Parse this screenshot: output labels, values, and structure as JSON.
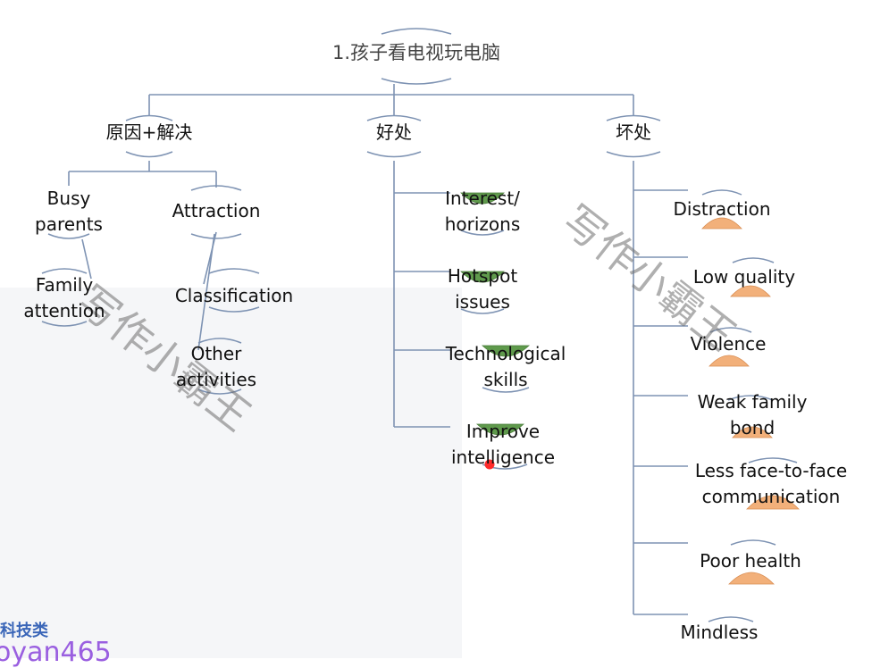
{
  "root": "1.孩子看电视玩电脑",
  "branches": {
    "causes": {
      "label": "原因+解决",
      "children": {
        "busy_parents": "Busy\nparents",
        "family_attention": "Family\nattention",
        "attraction": "Attraction",
        "classification": "Classification",
        "other_activities": "Other\nactivities"
      }
    },
    "benefits": {
      "label": "好处",
      "items": [
        "Interest/\nhorizons",
        "Hotspot\nissues",
        "Technological\nskills",
        "Improve\nintelligence"
      ]
    },
    "harms": {
      "label": "坏处",
      "items": [
        "Distraction",
        "Low quality",
        "Violence",
        "Weak family\nbond",
        "Less face-to-face\ncommunication",
        "Poor health",
        "Mindless"
      ]
    }
  },
  "watermark": "写作小霸王",
  "source_tag": "科技类",
  "source_user": "oyan465",
  "colors": {
    "line": "#7e93b3",
    "benefit_marker": "#5f9a4c",
    "harm_marker": "#f2b07a",
    "pointer": "#ff2a2a"
  }
}
